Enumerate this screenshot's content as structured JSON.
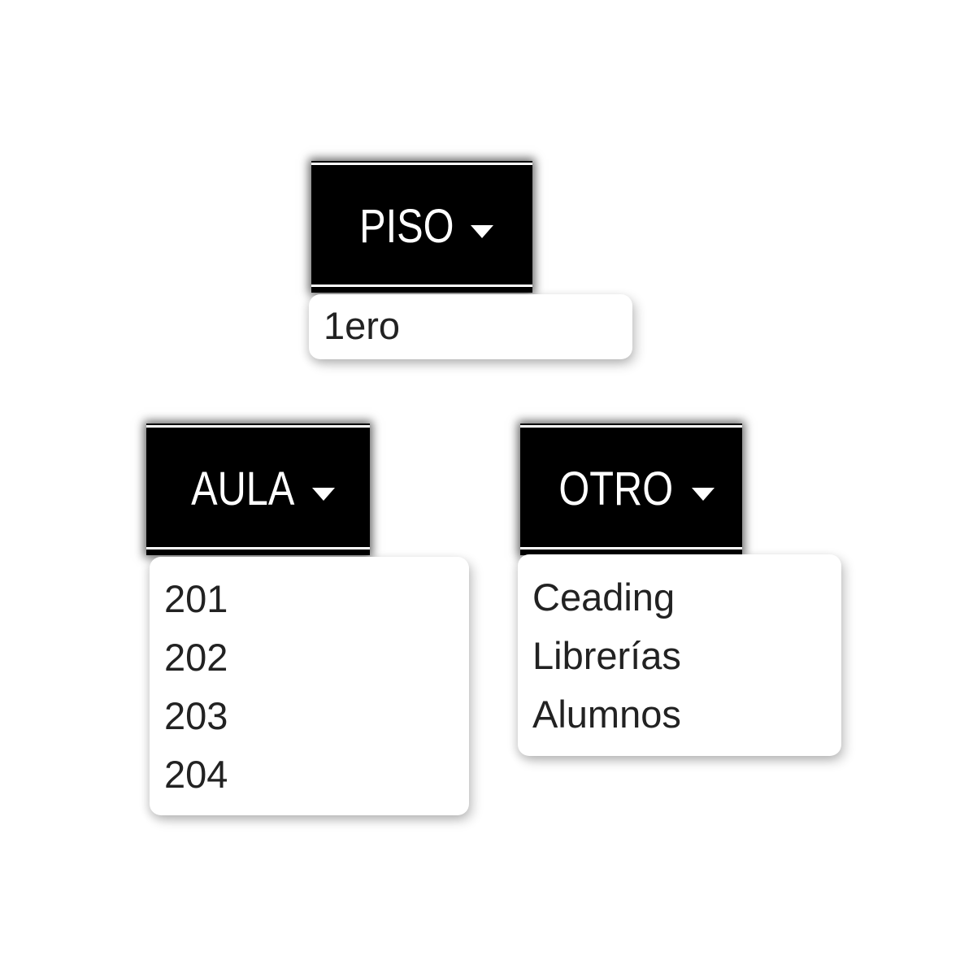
{
  "page": {
    "background_color": "#ffffff"
  },
  "colors": {
    "button_background": "#000000",
    "button_text": "#ffffff",
    "button_accent_line": "#ffffff",
    "panel_background": "#ffffff",
    "item_text": "#222222"
  },
  "icons": {
    "caret_down": "▼"
  },
  "dropdowns": [
    {
      "id": "piso",
      "button_label": "PISO",
      "items": [
        "1ero"
      ]
    },
    {
      "id": "aula",
      "button_label": "AULA",
      "items": [
        "201",
        "202",
        "203",
        "204"
      ]
    },
    {
      "id": "otro",
      "button_label": "OTRO",
      "items": [
        "Ceading",
        "Librerías",
        "Alumnos"
      ]
    }
  ]
}
